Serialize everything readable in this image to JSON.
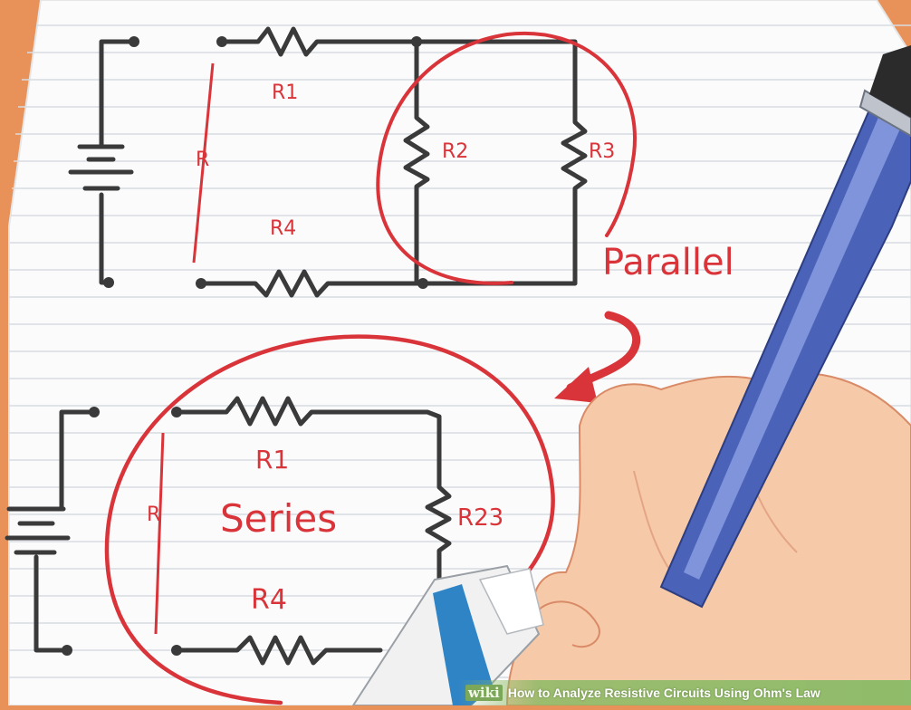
{
  "diagram_top": {
    "labels": {
      "r1": "R1",
      "r2": "R2",
      "r3": "R3",
      "r4": "R4",
      "r": "R"
    },
    "annotation": "Parallel"
  },
  "diagram_bottom": {
    "labels": {
      "r1": "R1",
      "r23": "R23",
      "r4": "R4",
      "r": "R"
    },
    "annotation": "Series"
  },
  "banner": {
    "brand": "wiki",
    "title": "How to Analyze Resistive Circuits Using Ohm's Law"
  },
  "colors": {
    "border": "#e8925a",
    "paper": "#fbfbfb",
    "ruled_line": "#d7dde3",
    "ink": "#3a3a3a",
    "annotation_red": "#d9343a",
    "pencil_blue": "#4a62b8",
    "skin": "#f6caa8",
    "eraser_blue": "#2f84c6",
    "banner_green": "#8fbc6a"
  },
  "icons": [
    "battery-icon",
    "resistor-icon",
    "pencil-icon",
    "hand-icon",
    "eraser-icon",
    "arrow-icon"
  ]
}
